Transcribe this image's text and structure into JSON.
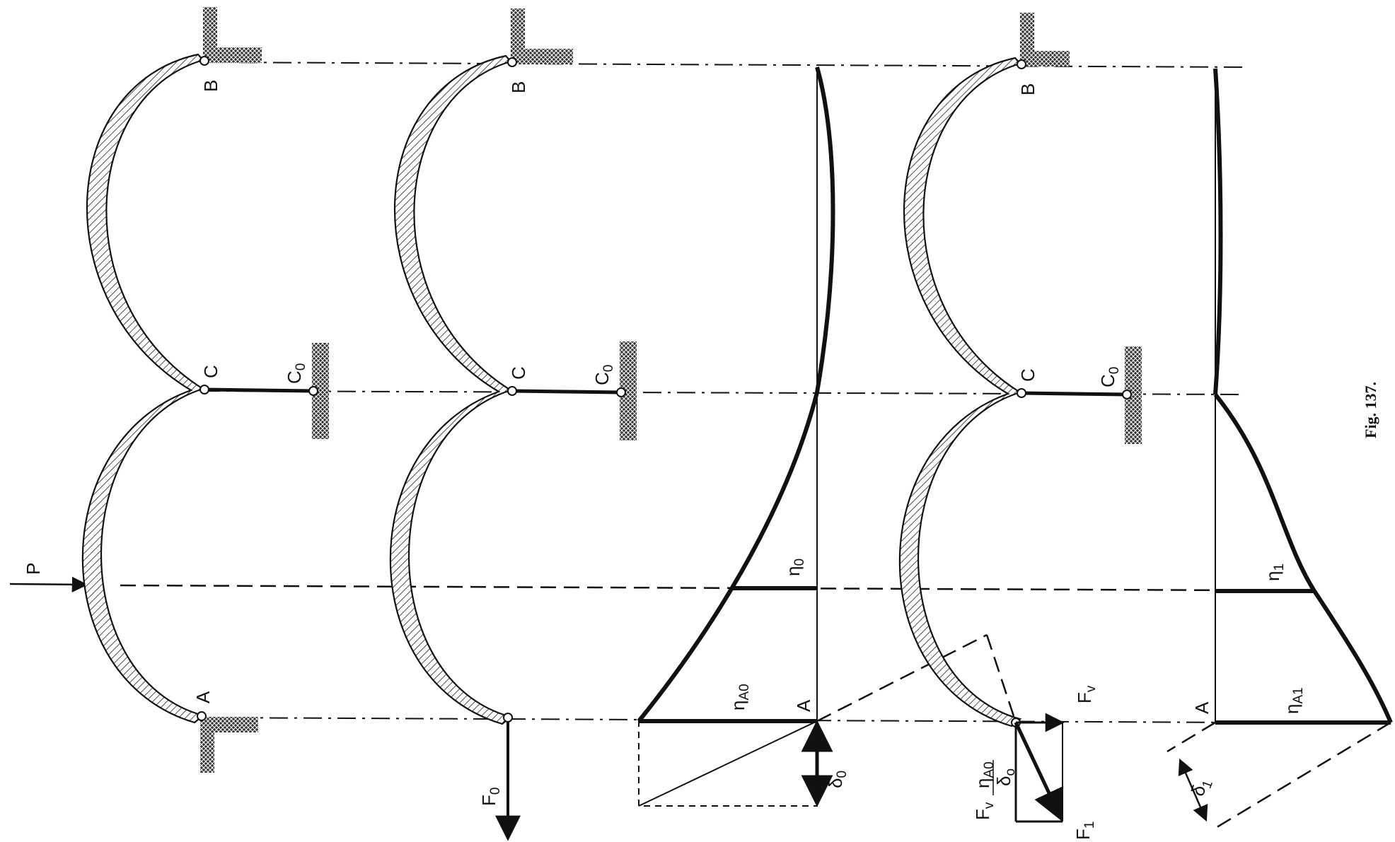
{
  "figure": {
    "caption": "Fig. 137.",
    "load_label": "P",
    "panels": [
      {
        "A": "A",
        "B": "B",
        "C": "C",
        "C0": "C",
        "C0_sub": "0"
      },
      {
        "A": "",
        "B": "B",
        "C": "C",
        "C0": "C",
        "C0_sub": "0",
        "force": "F",
        "force_sub": "0"
      },
      {
        "A": "",
        "B": "B",
        "C": "C",
        "C0": "C",
        "C0_sub": "0",
        "Fv": "F",
        "Fv_sub": "v",
        "F1": "F",
        "F1_sub": "1",
        "ratio_num": "η",
        "ratio_num_sub": "A0",
        "ratio_den": "δ",
        "ratio_den_sub": "o"
      }
    ],
    "influence_0": {
      "eta": "η",
      "eta_sub": "0",
      "etaA": "η",
      "etaA_sub": "A0",
      "A": "A",
      "delta": "δ",
      "delta_sub": "0"
    },
    "influence_1": {
      "eta": "η",
      "eta_sub": "1",
      "etaA": "η",
      "etaA_sub": "A1",
      "A": "A",
      "delta": "δ",
      "delta_sub": "1"
    }
  },
  "colors": {
    "ink": "#111111",
    "background": "#ffffff"
  }
}
